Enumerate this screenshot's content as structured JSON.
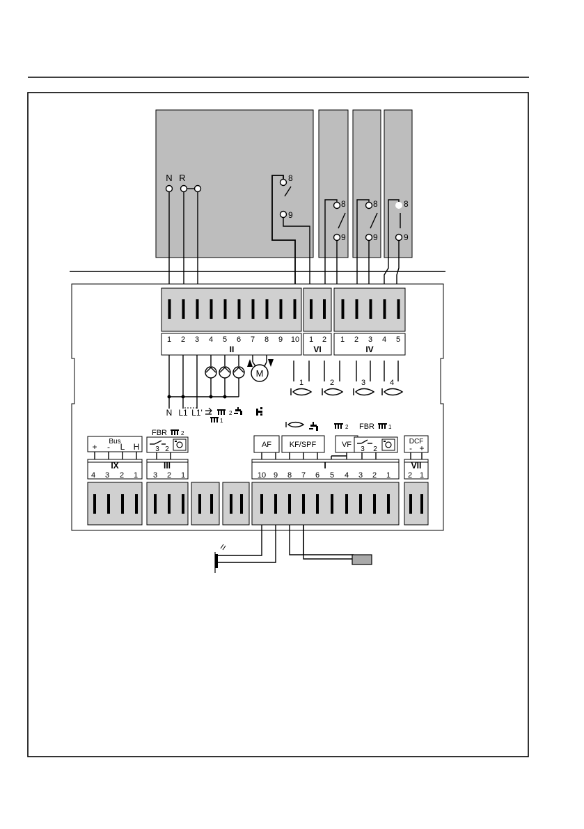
{
  "colors": {
    "module": "#bdbdbd",
    "terminal": "#d0d0d0",
    "line": "#000000",
    "background": "#ffffff"
  },
  "boiler": {
    "n": "N",
    "r": "R",
    "contact_a": "8",
    "contact_b": "9",
    "stages": [
      {
        "a": "8",
        "b": "9"
      },
      {
        "a": "8",
        "b": "9"
      },
      {
        "a": "8",
        "b": "9"
      }
    ]
  },
  "block_ii": {
    "name": "II",
    "numbers": [
      "1",
      "2",
      "3",
      "4",
      "5",
      "6",
      "7",
      "8",
      "9",
      "10"
    ]
  },
  "block_vi": {
    "name": "VI",
    "numbers": [
      "1",
      "2"
    ]
  },
  "block_iv": {
    "name": "IV",
    "numbers": [
      "1",
      "2",
      "3",
      "4",
      "5"
    ]
  },
  "burners": [
    "1",
    "2",
    "3",
    "4"
  ],
  "motor": "M",
  "bottom_labels": {
    "n": "N",
    "l1": "L1",
    "l1p": "L1'",
    "hk2": "2",
    "hk1": "1"
  },
  "block_ix": {
    "name": "IX",
    "header": "Bus",
    "signs": [
      "+",
      "-",
      "L",
      "H"
    ],
    "numbers": [
      "4",
      "3",
      "2",
      "1"
    ]
  },
  "block_iii": {
    "name": "III",
    "header": "FBR",
    "hk": "2",
    "top": [
      "3",
      "2"
    ],
    "numbers": [
      "3",
      "2",
      "1"
    ]
  },
  "block_i": {
    "name": "I",
    "numbers": [
      "10",
      "9",
      "8",
      "7",
      "6",
      "5",
      "4",
      "3",
      "2",
      "1"
    ],
    "af": "AF",
    "kfspf": "KF/SPF",
    "vf": "VF",
    "vf_hk": "2",
    "fbr": "FBR",
    "fbr_hk": "1",
    "fbr_top": [
      "3",
      "2"
    ]
  },
  "block_vii": {
    "name": "VII",
    "header": "DCF",
    "signs": [
      "-",
      "+"
    ],
    "numbers": [
      "2",
      "1"
    ]
  }
}
